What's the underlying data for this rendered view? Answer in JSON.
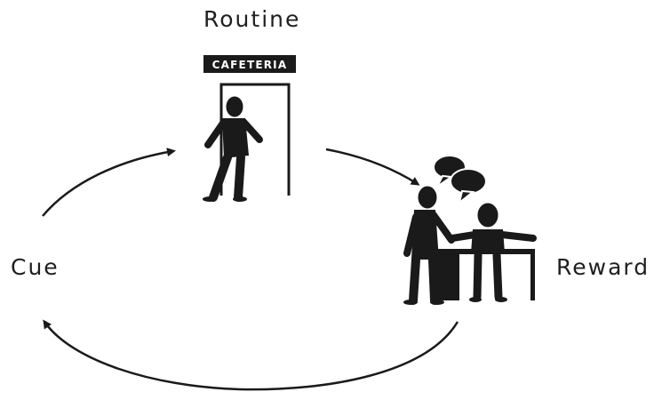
{
  "labels": {
    "routine": "Routine",
    "cue": "Cue",
    "reward": "Reward"
  },
  "sign": {
    "text": "CAFETERIA"
  },
  "colors": {
    "ink": "#1a1a1a",
    "background": "#ffffff"
  },
  "icons": [
    "cafeteria-door-icon",
    "walking-person-icon",
    "standing-person-icon",
    "seated-person-icon",
    "desk-icon",
    "speech-bubble-icon"
  ]
}
